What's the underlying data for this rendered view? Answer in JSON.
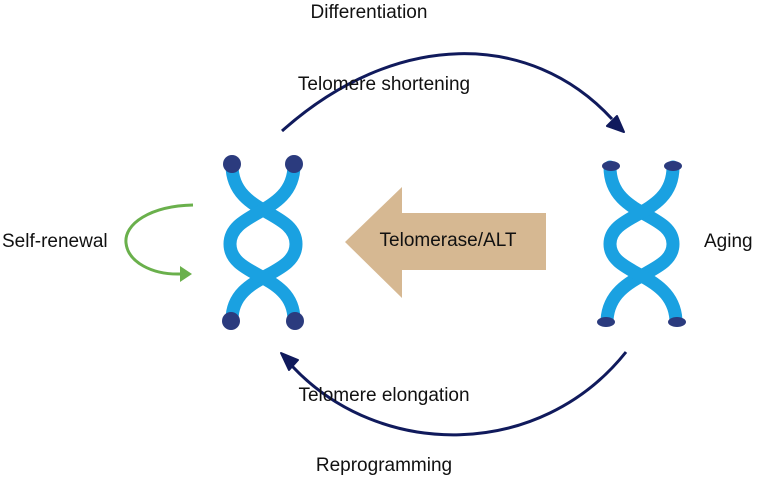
{
  "labels": {
    "top_primary": "Differentiation",
    "top_secondary": "Telomere shortening",
    "bottom_secondary": "Telomere elongation",
    "bottom_primary": "Reprogramming",
    "left": "Self-renewal",
    "right": "Aging",
    "center_arrow": "Telomerase/ALT"
  },
  "colors": {
    "chromosome": "#1aa1e1",
    "telomere_long": "#2b3b7e",
    "telomere_short": "#2b3b7e",
    "cycle_arrow": "#101a5c",
    "self_renewal_arrow": "#6ab04c",
    "center_arrow": "#d6b892",
    "text": "#111111"
  },
  "icons": {
    "left_chromosome": "chromosome-long-telomeres-icon",
    "right_chromosome": "chromosome-short-telomeres-icon"
  }
}
